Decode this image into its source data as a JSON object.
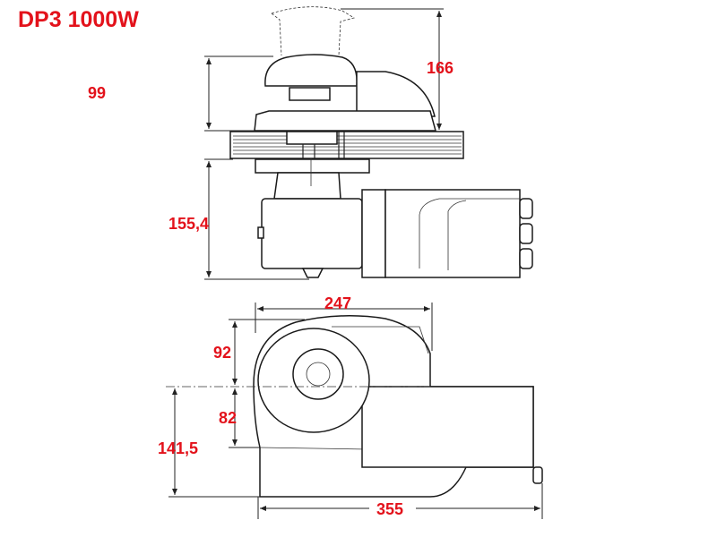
{
  "title": "DP3 1000W",
  "dimensions": {
    "side_view": {
      "capstan_height": "166",
      "above_deck_height": "99",
      "below_deck_height": "155,4"
    },
    "top_view": {
      "body_width": "247",
      "front_to_center": "92",
      "center_to_rear_gypsy": "82",
      "center_to_rear_total": "141,5",
      "overall_length": "355"
    }
  },
  "colors": {
    "label": "#e3121b",
    "line": "#222222"
  }
}
